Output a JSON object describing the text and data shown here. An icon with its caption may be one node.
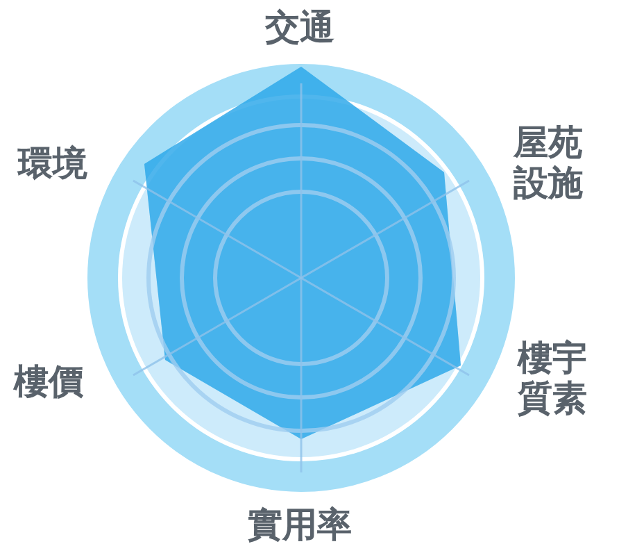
{
  "diagram": {
    "labels": [
      "交通",
      "屋苑設施",
      "環境",
      "樓宇質素",
      "樓價",
      "實用率"
    ]
  }
}
